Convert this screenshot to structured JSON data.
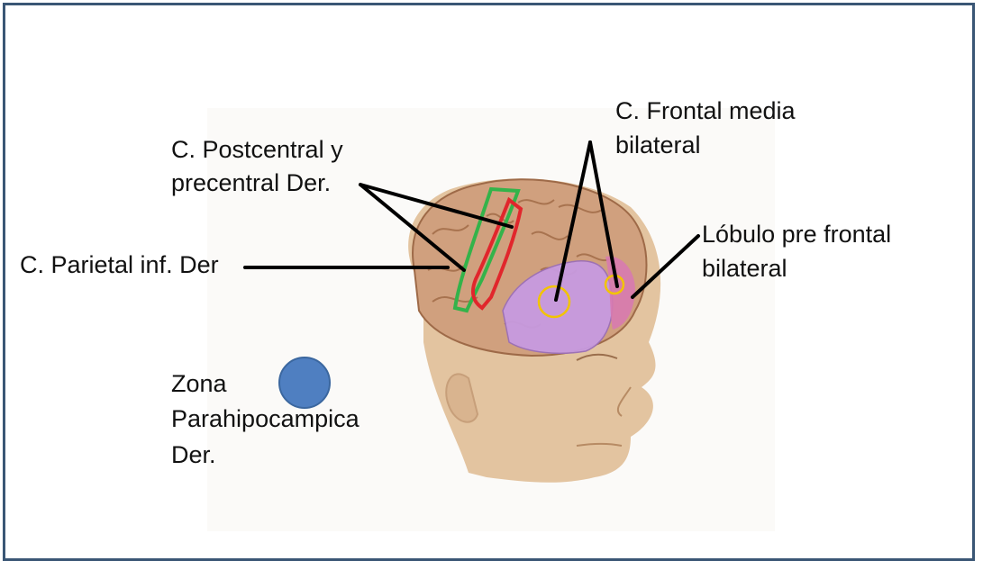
{
  "labels": {
    "postcentral": [
      "C. Postcentral y",
      "precentral Der."
    ],
    "frontal_media": [
      "C. Frontal media",
      "bilateral"
    ],
    "lobulo": [
      "Lóbulo pre frontal",
      "bilateral"
    ],
    "parietal": "C. Parietal inf. Der",
    "parahipocampica": [
      "Zona",
      "Parahipocampica",
      "Der."
    ]
  },
  "colors": {
    "frame": "#3a5675",
    "skin": "#e3c4a0",
    "brain": "#d0a07e",
    "green_outline": "#34b34a",
    "red_outline": "#e1262c",
    "purple_region": "#c79ae0",
    "pink_region": "#d77ab0",
    "circle_marker": "#f2c400",
    "blue_marker": "#4f7fc1",
    "leader_lines": "#000000"
  },
  "icons": {
    "blue_dot": "parahippocampal-marker-circle",
    "yellow_circles": "frontal-marker-circles"
  }
}
